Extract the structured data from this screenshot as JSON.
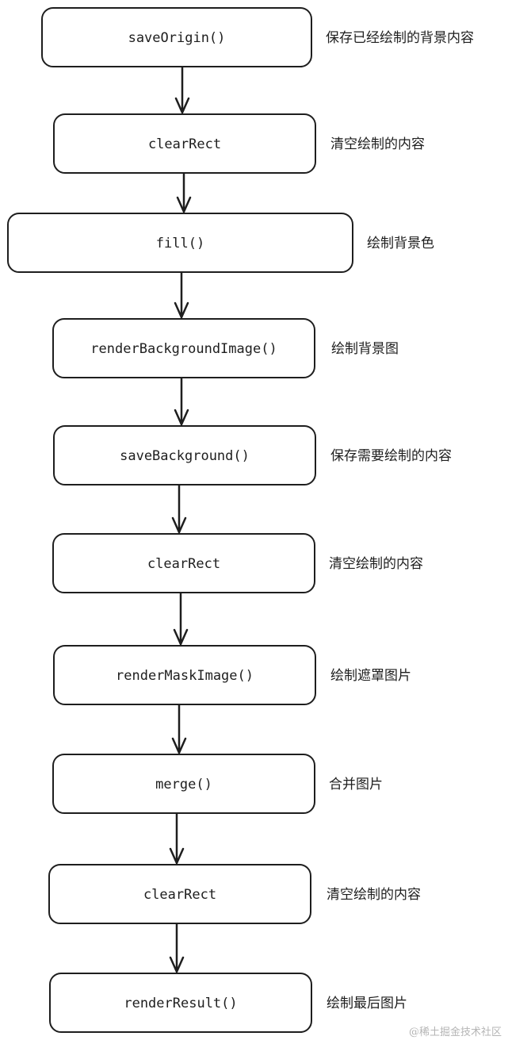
{
  "colors": {
    "stroke": "#1e1e1e",
    "background": "#ffffff",
    "watermark": "#b5b5b5"
  },
  "steps": [
    {
      "label": "saveOrigin()",
      "note": "保存已经绘制的背景内容"
    },
    {
      "label": "clearRect",
      "note": "清空绘制的内容"
    },
    {
      "label": "fill()",
      "note": "绘制背景色"
    },
    {
      "label": "renderBackgroundImage()",
      "note": "绘制背景图"
    },
    {
      "label": "saveBackground()",
      "note": "保存需要绘制的内容"
    },
    {
      "label": "clearRect",
      "note": "清空绘制的内容"
    },
    {
      "label": "renderMaskImage()",
      "note": "绘制遮罩图片"
    },
    {
      "label": "merge()",
      "note": "合并图片"
    },
    {
      "label": "clearRect",
      "note": "清空绘制的内容"
    },
    {
      "label": "renderResult()",
      "note": "绘制最后图片"
    }
  ],
  "watermark": "@稀土掘金技术社区"
}
